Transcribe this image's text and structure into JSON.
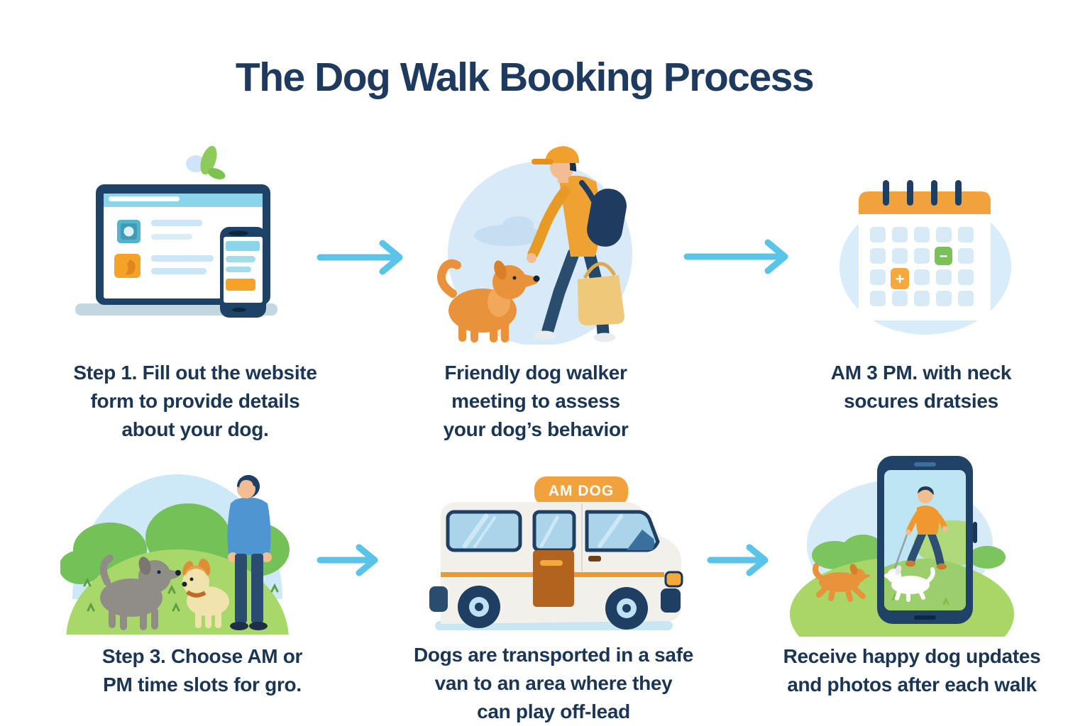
{
  "title": "The Dog Walk Booking Process",
  "colors": {
    "title_text": "#1E3A5F",
    "caption_text": "#1B3654",
    "arrow_blue": "#59C4E7",
    "accent_orange": "#F2A23C",
    "leaf_green": "#8FCB5B",
    "light_blue_bg": "#D8EAF8"
  },
  "steps": [
    {
      "name": "fill-website-form",
      "lines": [
        "Step 1. Fill out the website",
        "form to provide details",
        "about your dog."
      ]
    },
    {
      "name": "walker-meeting",
      "lines": [
        "Friendly dog walker",
        "meeting to assess",
        "your dog’s behavior"
      ]
    },
    {
      "name": "schedule-calendar",
      "lines": [
        "AM 3 PM. with neck",
        "socures dratsies"
      ]
    },
    {
      "name": "choose-time-slots",
      "lines": [
        "Step 3. Choose AM or",
        "PM time slots for gro."
      ]
    },
    {
      "name": "van-transport",
      "lines": [
        "Dogs are transported in a safe",
        "van to an area where they",
        "can play off-lead"
      ]
    },
    {
      "name": "updates-photos",
      "lines": [
        "Receive happy dog updates",
        "and photos after each walk"
      ]
    }
  ],
  "van": {
    "sign_label": "AM DOG"
  },
  "calendar": {
    "minus_mark": "−",
    "plus_mark": "+"
  }
}
